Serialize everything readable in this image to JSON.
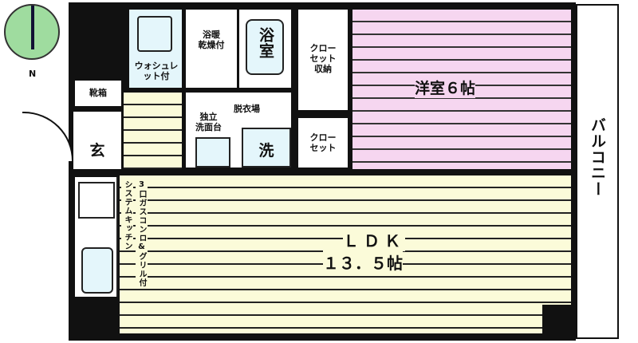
{
  "compass": {
    "label": "N",
    "color": "#9fdc9f"
  },
  "rooms": {
    "toilet": "ウォシュレット付",
    "bath_dryer": [
      "浴暖",
      "乾燥付"
    ],
    "bath": "浴室",
    "closet_storage": [
      "クロー",
      "セット",
      "収納"
    ],
    "closet": [
      "クロー",
      "セット"
    ],
    "western": "洋室６帖",
    "shoe": "靴箱",
    "entrance": "玄",
    "dressing": "脱衣場",
    "vanity": [
      "独立",
      "洗面台"
    ],
    "washer": "洗",
    "kitchen_system": "システムキッチン",
    "kitchen_stove": "3口ガスコンロ&グリル付",
    "ldk": "ＬＤＫ",
    "ldk_size": "１３．５帖",
    "balcony": "バルコニー"
  },
  "colors": {
    "western": "#f6d6f0",
    "ldk": "#fbfbd9",
    "wet": "#e4f6fb",
    "wall": "#111111"
  }
}
